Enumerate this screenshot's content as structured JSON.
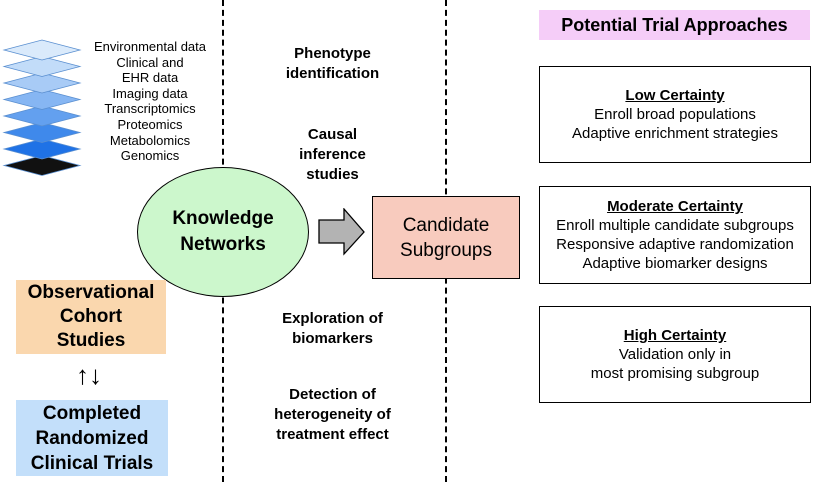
{
  "data_layers": {
    "labels": [
      "Environmental data",
      "Clinical and",
      "EHR data",
      "Imaging data",
      "Transcriptomics",
      "Proteomics",
      "Metabolomics",
      "Genomics"
    ],
    "colors": [
      "#daeafb",
      "#c2dcf9",
      "#a8cbf6",
      "#86b6f3",
      "#63a0ef",
      "#3f89eb",
      "#1f72e6",
      "#111111"
    ]
  },
  "knowledge_networks": {
    "line1": "Knowledge",
    "line2": "Networks"
  },
  "candidate_subgroups": {
    "line1": "Candidate",
    "line2": "Subgroups"
  },
  "methods": {
    "phenotype": {
      "line1": "Phenotype",
      "line2": "identification"
    },
    "causal": {
      "line1": "Causal",
      "line2": "inference",
      "line3": "studies"
    },
    "biomarkers": {
      "line1": "Exploration of",
      "line2": "biomarkers"
    },
    "heterogeneity": {
      "line1": "Detection of",
      "line2": "heterogeneity of",
      "line3": "treatment effect"
    }
  },
  "observational": {
    "line1": "Observational",
    "line2": "Cohort",
    "line3": "Studies"
  },
  "bidirectional_symbol": "↑↓",
  "rct": {
    "line1": "Completed",
    "line2": "Randomized",
    "line3": "Clinical Trials"
  },
  "approaches": {
    "title": "Potential Trial Approaches",
    "low": {
      "title": "Low Certainty",
      "lines": [
        "Enroll broad populations",
        "Adaptive enrichment strategies"
      ]
    },
    "moderate": {
      "title": "Moderate Certainty",
      "lines": [
        "Enroll multiple candidate subgroups",
        "Responsive adaptive randomization",
        "Adaptive biomarker designs"
      ]
    },
    "high": {
      "title": "High Certainty",
      "lines": [
        "Validation only in",
        "most promising subgroup"
      ]
    }
  },
  "colors": {
    "ellipse_fill": "#ccf7cc",
    "candidate_fill": "#f8cbbe",
    "observational_fill": "#fad7ae",
    "rct_fill": "#c3dffa",
    "approaches_title_fill": "#f5cdf8",
    "arrow_fill": "#b3b3b3"
  }
}
